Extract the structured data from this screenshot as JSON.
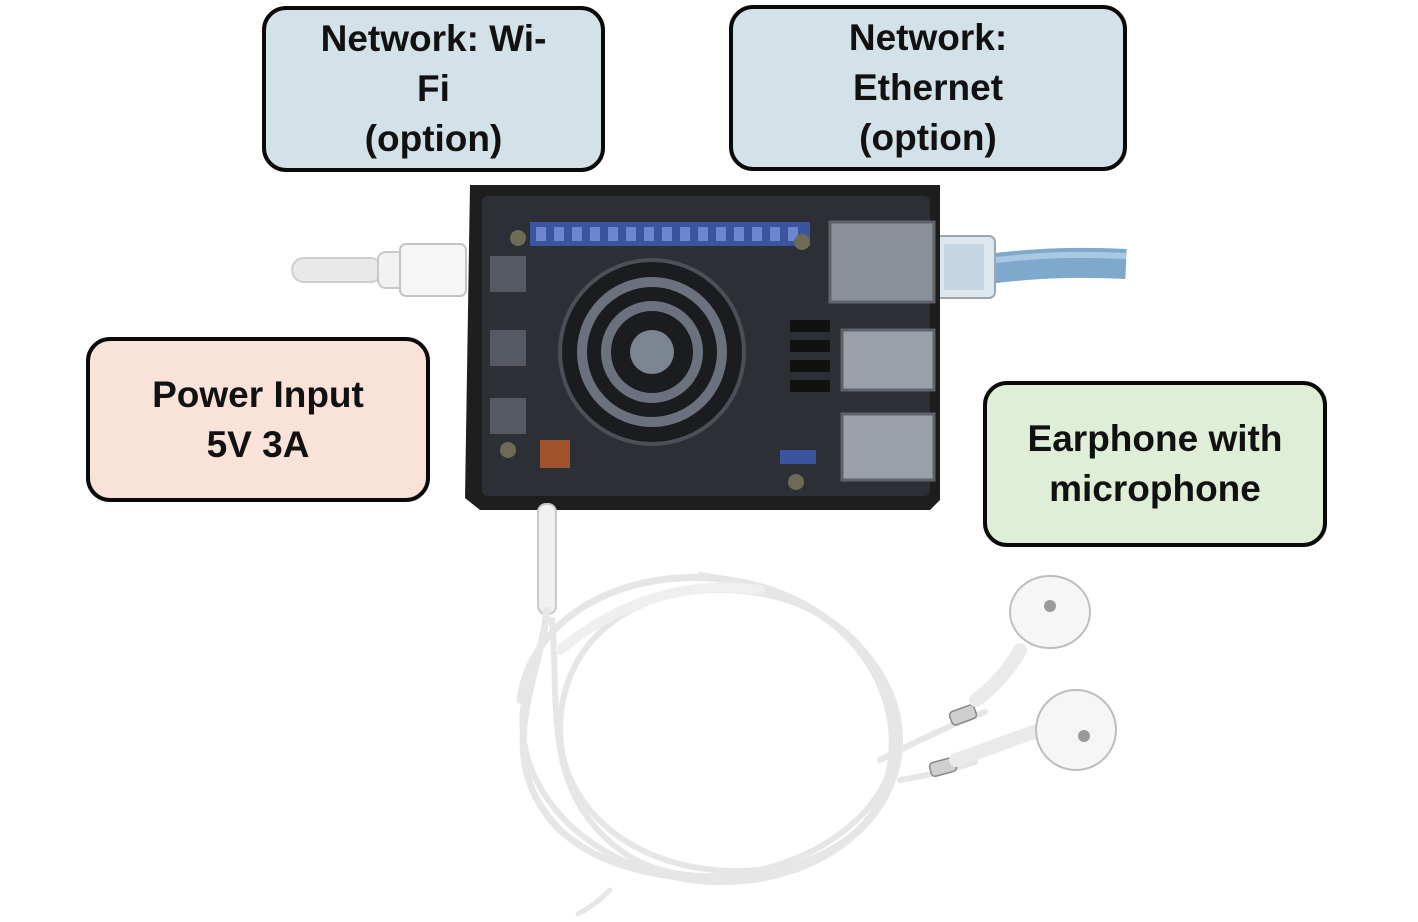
{
  "labels": {
    "wifi": {
      "lines": [
        "Network: Wi-",
        "Fi",
        "(option)"
      ],
      "color": "#d3e1e8"
    },
    "ethernet": {
      "lines": [
        "Network:",
        "Ethernet",
        "(option)"
      ],
      "color": "#d3e1e8"
    },
    "power": {
      "lines": [
        "Power Input",
        "5V 3A"
      ],
      "color": "#f9e3d8"
    },
    "earphone": {
      "lines": [
        "Earphone with",
        "microphone"
      ],
      "color": "#dfeed6"
    }
  },
  "photo": {
    "device": "single-board-computer-in-black-case",
    "cables": [
      "usb-c-power-cable-white",
      "ethernet-cable-blue",
      "earphone-cable-white"
    ],
    "colors": {
      "case": "#1c1c1c",
      "board": "#2a2d33",
      "ethernet_cable": "#8fb7d8",
      "white_cable": "#efefef"
    }
  }
}
